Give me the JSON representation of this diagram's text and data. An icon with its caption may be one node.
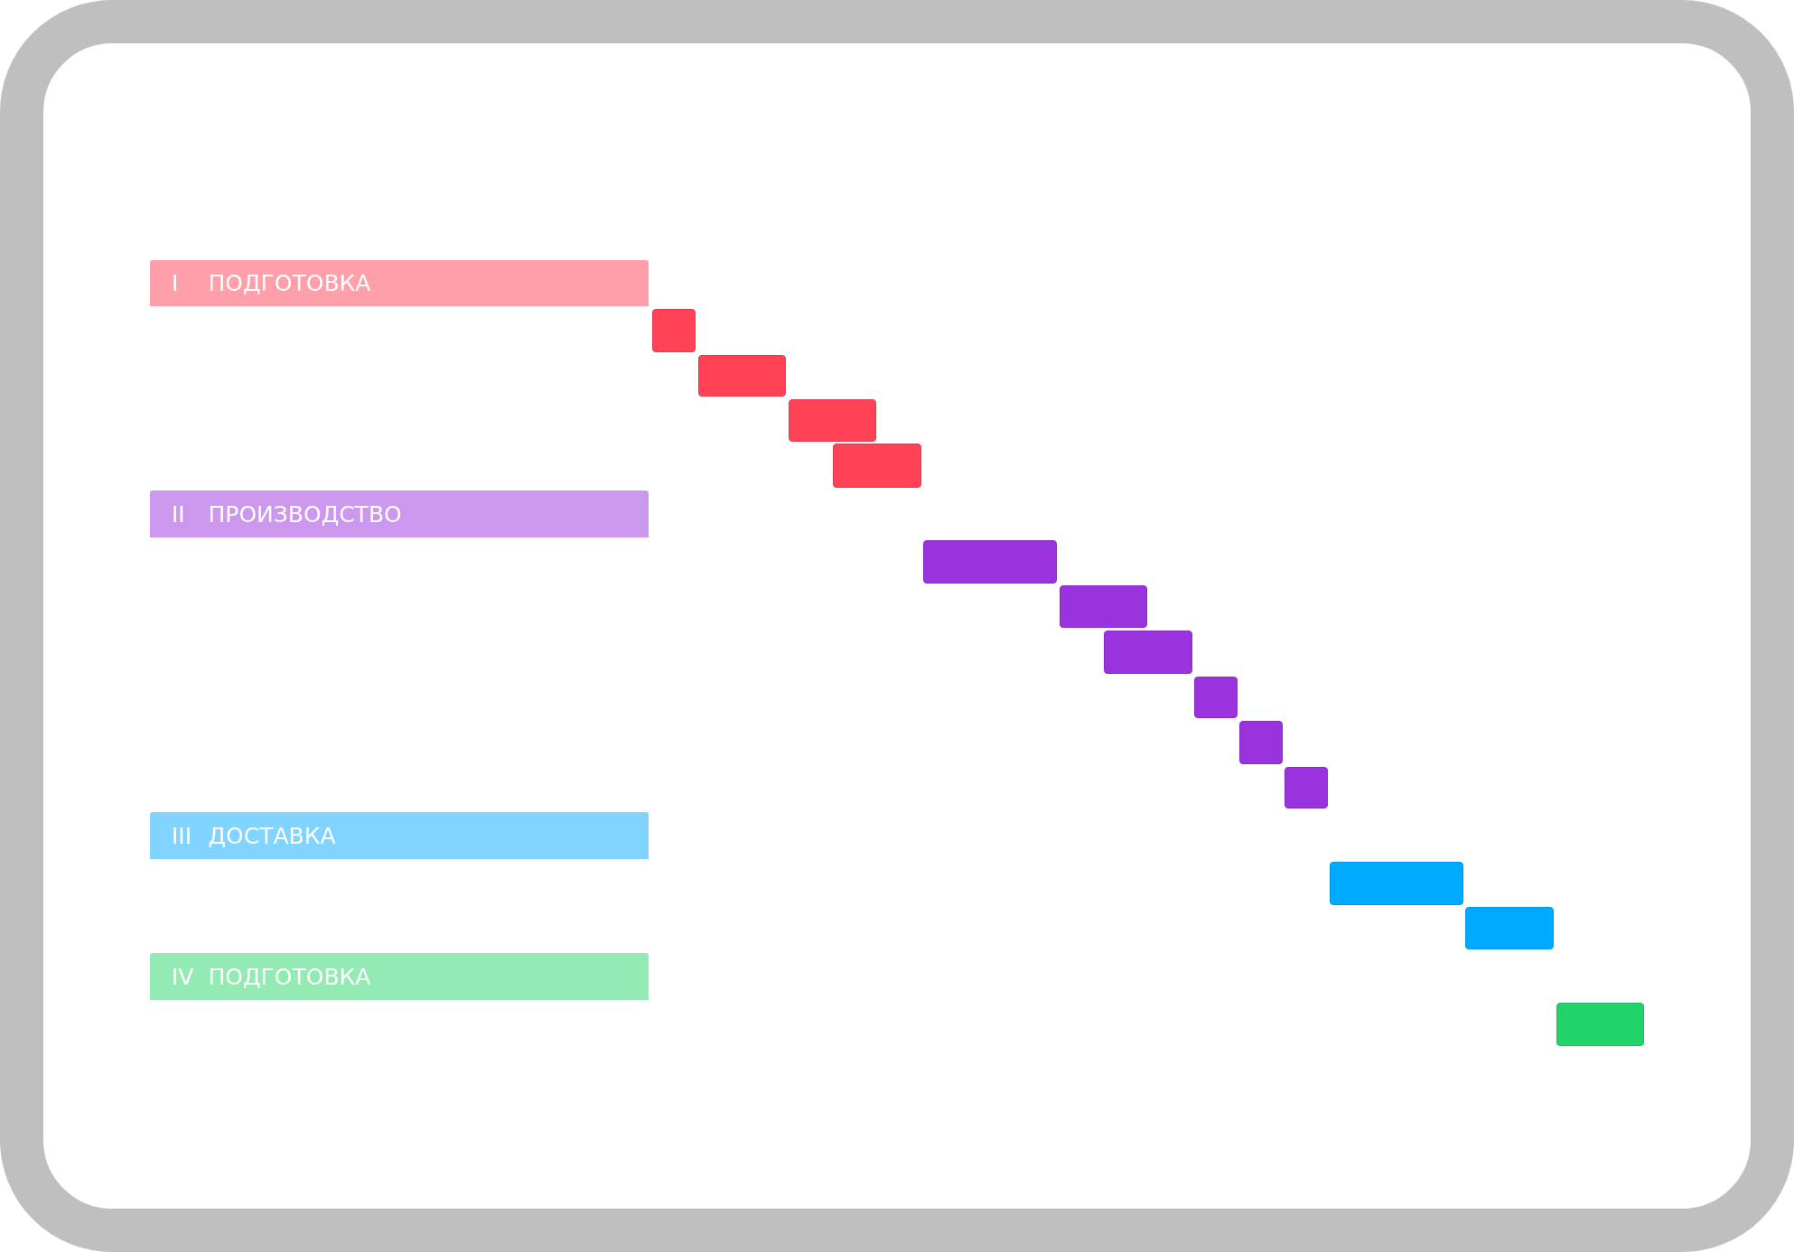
{
  "diagram": {
    "nodes": [
      {
        "text": [
          "I",
          "ПОДГОТОВКА"
        ]
      },
      {
        "text": [],
        "shape": "bar"
      },
      {
        "text": [],
        "shape": "bar"
      },
      {
        "text": [],
        "shape": "bar"
      },
      {
        "text": [],
        "shape": "bar"
      },
      {
        "text": [
          "II",
          "ПРОИЗВОДСТВО"
        ]
      },
      {
        "text": [],
        "shape": "bar"
      },
      {
        "text": [],
        "shape": "bar"
      },
      {
        "text": [],
        "shape": "bar"
      },
      {
        "text": [],
        "shape": "bar"
      },
      {
        "text": [],
        "shape": "bar"
      },
      {
        "text": [],
        "shape": "bar"
      },
      {
        "text": [
          "III",
          "ДОСТАВКА"
        ]
      },
      {
        "text": [],
        "shape": "bar"
      },
      {
        "text": [],
        "shape": "bar"
      },
      {
        "text": [
          "IV",
          "ПОДГОТОВКА"
        ]
      },
      {
        "text": [],
        "shape": "bar"
      }
    ]
  }
}
